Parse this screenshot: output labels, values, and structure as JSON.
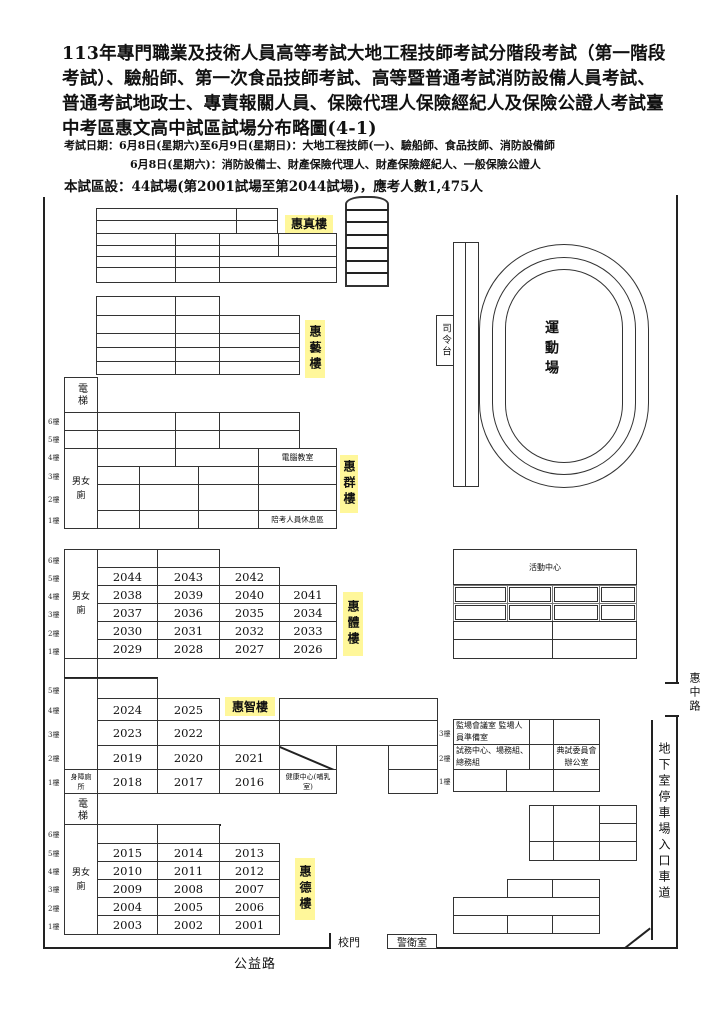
{
  "header": {
    "title": "113年專門職業及技術人員高等考試大地工程技師考試分階段考試（第一階段考試）、驗船師、第一次食品技師考試、高等暨普通考試消防設備人員考試、普通考試地政士、專責報關人員、保險代理人保險經紀人及保險公證人考試臺中考區惠文高中試區試場分布略圖(4-1)",
    "exam_dates_line1": "考試日期：6月8日(星期六)至6月9日(星期日)：大地工程技師(一)、驗船師、食品技師、消防設備師",
    "exam_dates_line2": "6月8日(星期六)：消防設備士、財產保險代理人、財產保險經紀人、一般保險公證人",
    "summary": "本試區設：44試場(第2001試場至第2044試場)，應考人數1,475人"
  },
  "buildings": {
    "huizhen": "惠真樓",
    "huiyi": "惠藝樓",
    "huiqun": "惠群樓",
    "huiti": "惠體樓",
    "huizhi": "惠智樓",
    "huide": "惠德樓"
  },
  "floors": {
    "f1": "1樓",
    "f2": "2樓",
    "f3": "3樓",
    "f4": "4樓",
    "f5": "5樓",
    "f6": "6樓"
  },
  "facilities": {
    "elevator": "電梯",
    "restroom": "男女廁",
    "accessible_restroom": "身障廁所",
    "computer_room": "電腦教室",
    "companion_rest_area": "陪考人員休息區",
    "health_center": "健康中心(哺乳室)",
    "activity_center": "活動中心",
    "track_field": "運動場",
    "podium": "司令台",
    "proctor_meeting_room": "監場會議室 監場人員準備室",
    "exam_center": "試務中心、場務組、總務組",
    "committee_office": "典試委員會辦公室",
    "school_gate": "校門",
    "guard_room": "警衛室"
  },
  "roads": {
    "gongyi_road": "公益路",
    "huizhong_road": "惠中路",
    "parking_entrance": "地下室停車場入口車道"
  },
  "rooms": {
    "huiti": {
      "f5": [
        "2044",
        "2043",
        "2042"
      ],
      "f4": [
        "2038",
        "2039",
        "2040",
        "2041"
      ],
      "f3": [
        "2037",
        "2036",
        "2035",
        "2034"
      ],
      "f2": [
        "2030",
        "2031",
        "2032",
        "2033"
      ],
      "f1": [
        "2029",
        "2028",
        "2027",
        "2026"
      ]
    },
    "huizhi": {
      "f4": [
        "2024",
        "2025"
      ],
      "f3": [
        "2023",
        "2022"
      ],
      "f2": [
        "2019",
        "2020",
        "2021"
      ],
      "f1": [
        "2018",
        "2017",
        "2016"
      ]
    },
    "huide": {
      "f5": [
        "2015",
        "2014",
        "2013"
      ],
      "f4": [
        "2010",
        "2011",
        "2012"
      ],
      "f3": [
        "2009",
        "2008",
        "2007"
      ],
      "f2": [
        "2004",
        "2005",
        "2006"
      ],
      "f1": [
        "2003",
        "2002",
        "2001"
      ]
    }
  }
}
